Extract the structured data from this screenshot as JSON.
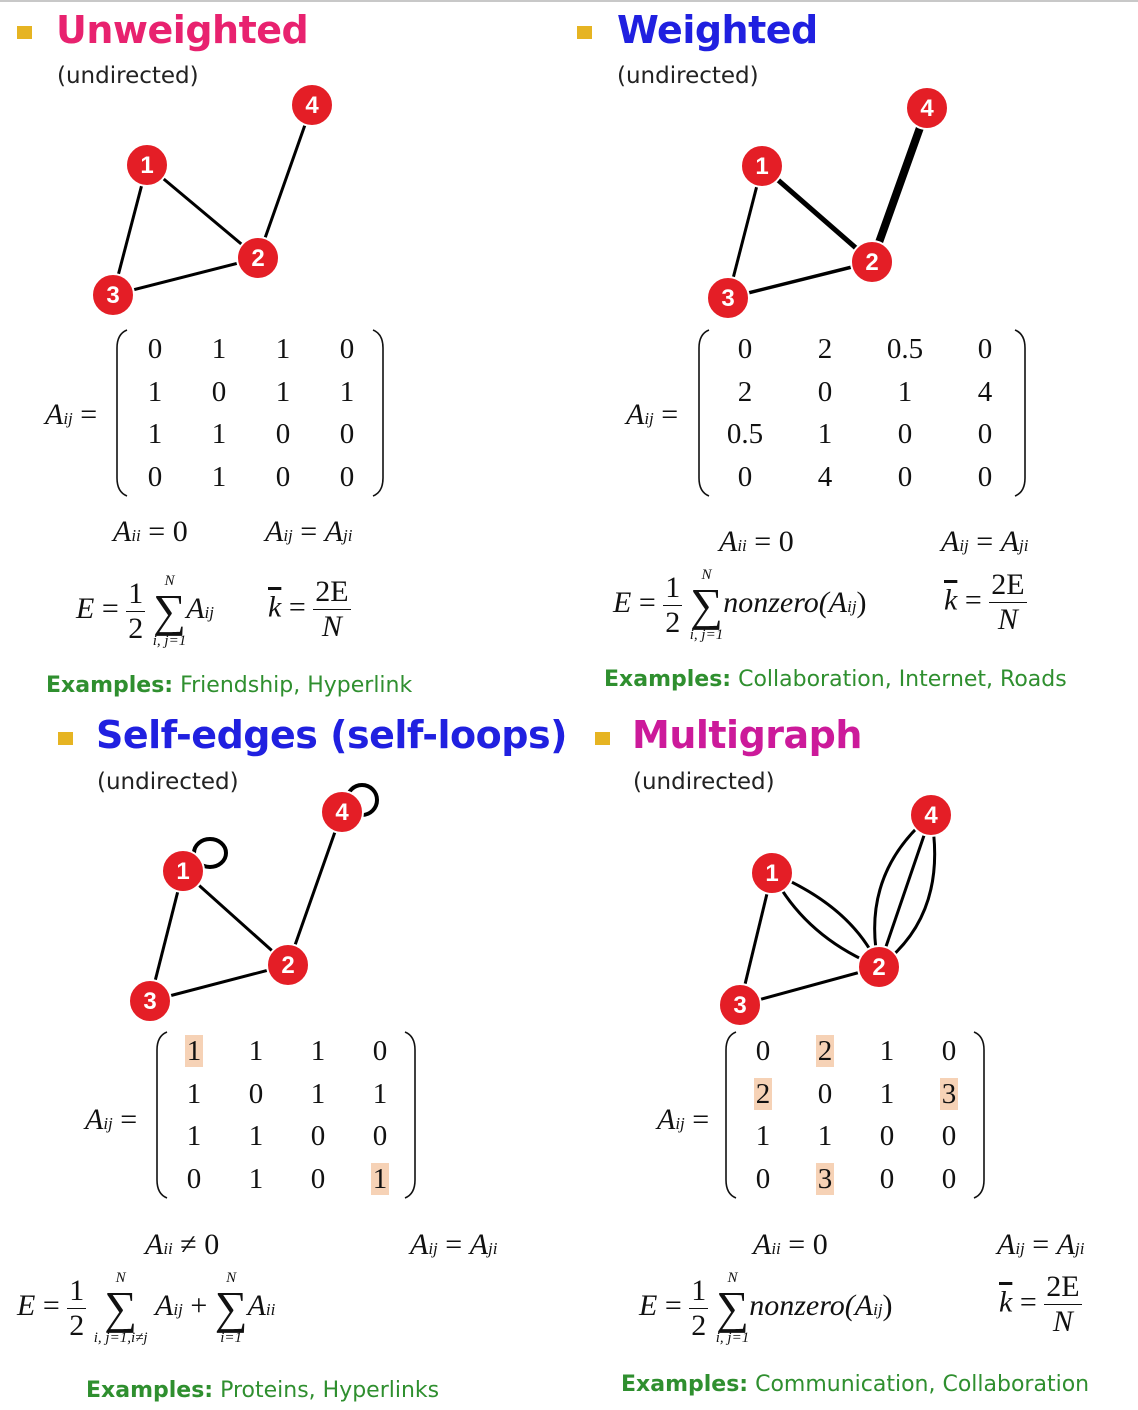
{
  "colors": {
    "bullet": "#e6b422",
    "unweighted_title": "#e8226f",
    "weighted_title": "#2020e0",
    "selfloop_title": "#2020e0",
    "multigraph_title": "#cc1a9a",
    "node_fill": "#e41e26",
    "examples_text": "#2f8f2f",
    "highlight": "#f6d2b6"
  },
  "unweighted": {
    "title": "Unweighted",
    "subtitle": "(undirected)",
    "matrix": [
      [
        "0",
        "1",
        "1",
        "0"
      ],
      [
        "1",
        "0",
        "1",
        "1"
      ],
      [
        "1",
        "1",
        "0",
        "0"
      ],
      [
        "0",
        "1",
        "0",
        "0"
      ]
    ],
    "eq_left": "A_ii = 0",
    "eq_right": "A_ij = A_ji",
    "examples_label": "Examples:",
    "examples_text": " Friendship, Hyperlink"
  },
  "weighted": {
    "title": "Weighted",
    "subtitle": "(undirected)",
    "matrix": [
      [
        "0",
        "2",
        "0.5",
        "0"
      ],
      [
        "2",
        "0",
        "1",
        "4"
      ],
      [
        "0.5",
        "1",
        "0",
        "0"
      ],
      [
        "0",
        "4",
        "0",
        "0"
      ]
    ],
    "examples_label": "Examples:",
    "examples_text": " Collaboration, Internet, Roads"
  },
  "selfloops": {
    "title": "Self-edges (self-loops)",
    "subtitle": "(undirected)",
    "matrix": [
      [
        "1",
        "1",
        "1",
        "0"
      ],
      [
        "1",
        "0",
        "1",
        "1"
      ],
      [
        "1",
        "1",
        "0",
        "0"
      ],
      [
        "0",
        "1",
        "0",
        "1"
      ]
    ],
    "examples_label": "Examples:",
    "examples_text": " Proteins, Hyperlinks"
  },
  "multigraph": {
    "title": "Multigraph",
    "subtitle": "(undirected)",
    "matrix": [
      [
        "0",
        "2",
        "1",
        "0"
      ],
      [
        "2",
        "0",
        "1",
        "3"
      ],
      [
        "1",
        "1",
        "0",
        "0"
      ],
      [
        "0",
        "3",
        "0",
        "0"
      ]
    ],
    "examples_label": "Examples:",
    "examples_text": " Communication, Collaboration"
  },
  "node_labels": [
    "1",
    "2",
    "3",
    "4"
  ],
  "math": {
    "A": "A",
    "ij": "ij",
    "ii": "ii",
    "ji": "ji",
    "eq": "=",
    "neq": "≠",
    "zero": "0",
    "E": "E",
    "one": "1",
    "two": "2",
    "twoE": "2E",
    "N": "N",
    "k": "k",
    "sum": "∑",
    "sum_lower": "i, j=1",
    "sum_lower_neq": "i, j=1,i≠j",
    "sum_lower_i": "i=1",
    "nonzero": "nonzero(",
    "close": ")",
    "plus": "+"
  }
}
